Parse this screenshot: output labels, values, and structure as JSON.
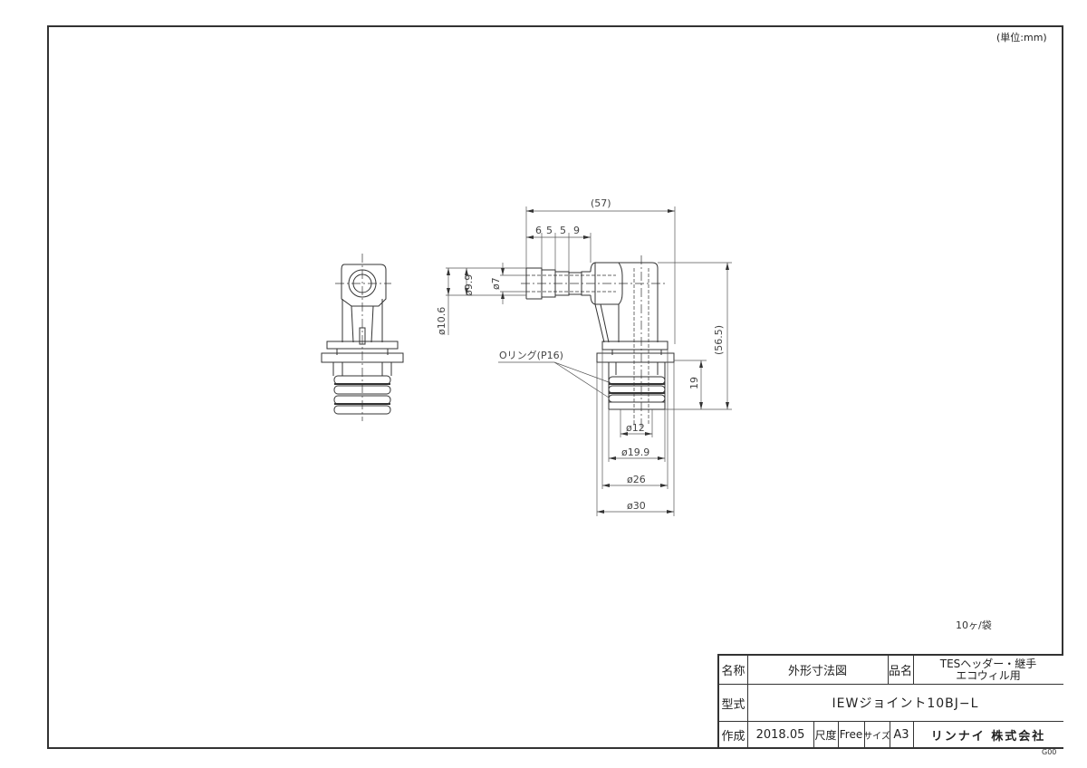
{
  "sheet": {
    "unit_label": "(単位:mm)",
    "packing_note": "10ヶ/袋",
    "sheet_code": "G00"
  },
  "drawing": {
    "dimensions": {
      "overall_length": "(57)",
      "barb_segments": [
        "6",
        "5",
        "5",
        "9"
      ],
      "barb_od": "ø9.9",
      "barb_id": "ø7",
      "flange_od": "ø10.6",
      "overall_height": "(56.5)",
      "insert_length": "19",
      "bore": "ø12",
      "insert_od": "ø19.9",
      "collar_od": "ø26",
      "flange_dia": "ø30"
    },
    "callout": "Oリング(P16)"
  },
  "title_block": {
    "name_label": "名称",
    "name_value": "外形寸法図",
    "product_label": "品名",
    "product_value_line1": "TESヘッダー・継手",
    "product_value_line2": "エコウィル用",
    "model_label": "型式",
    "model_value": "IEWジョイント10BJ−L",
    "created_label": "作成",
    "created_value": "2018.05",
    "scale_label": "尺度",
    "scale_value": "Free",
    "size_label": "サイズ",
    "size_value": "A3",
    "company": "リンナイ 株式会社"
  }
}
